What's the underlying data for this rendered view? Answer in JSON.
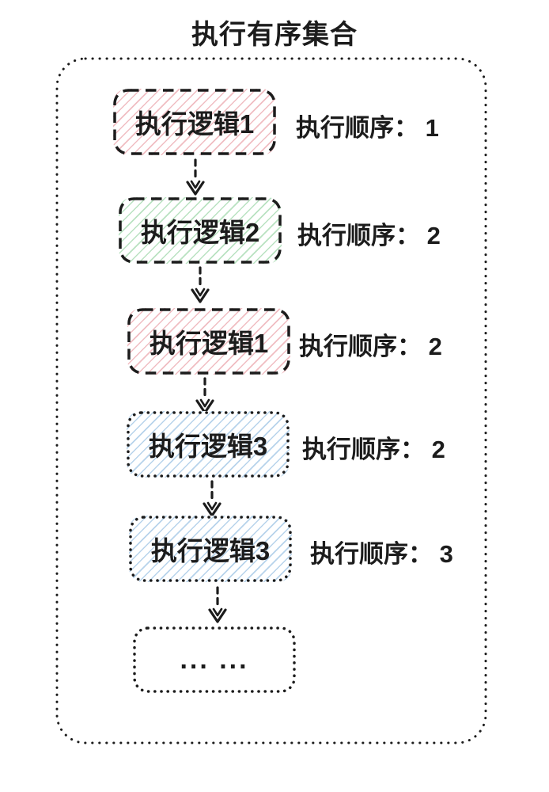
{
  "title": "执行有序集合",
  "colors": {
    "ink": "#1c1c1c",
    "hatch_red": "#f0bdc2",
    "hatch_green": "#b9e2c1",
    "hatch_blue": "#b7d3eb"
  },
  "rows": [
    {
      "box_label": "执行逻辑1",
      "fill": "red",
      "border": "dashed",
      "order_label": "执行顺序： 1"
    },
    {
      "box_label": "执行逻辑2",
      "fill": "green",
      "border": "dashed",
      "order_label": "执行顺序： 2"
    },
    {
      "box_label": "执行逻辑1",
      "fill": "red",
      "border": "dashed",
      "order_label": "执行顺序： 2"
    },
    {
      "box_label": "执行逻辑3",
      "fill": "blue",
      "border": "dotted",
      "order_label": "执行顺序： 2"
    },
    {
      "box_label": "执行逻辑3",
      "fill": "blue",
      "border": "dotted",
      "order_label": "执行顺序： 3"
    },
    {
      "box_label": "... ...",
      "fill": "none",
      "border": "dotted"
    }
  ]
}
